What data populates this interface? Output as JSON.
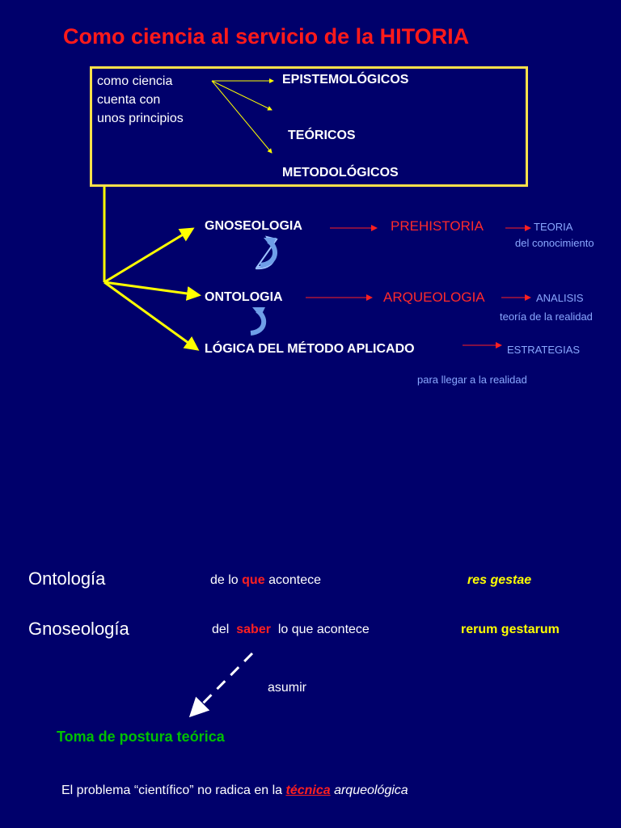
{
  "title": "Como ciencia al servicio de la HITORIA",
  "intro": {
    "line1": "como ciencia",
    "line2": "cuenta con",
    "line3": "unos principios"
  },
  "principles": {
    "p1": "EPISTEMOLÓGICOS",
    "p2": "TEÓRICOS",
    "p3": "METODOLÓGICOS"
  },
  "branches": {
    "b1": {
      "label": "GNOSEOLOGIA",
      "discipline": "PREHISTORIA",
      "note": "TEORIA",
      "note_sub": "del conocimiento"
    },
    "b2": {
      "label": "ONTOLOGIA",
      "discipline": "ARQUEOLOGIA",
      "note": "ANALISIS",
      "note_sub": "teoría de la realidad"
    },
    "b3": {
      "label": "LÓGICA DEL MÉTODO APLICADO",
      "note": "ESTRATEGIAS",
      "note_sub": "para llegar a la realidad"
    }
  },
  "ontologia": {
    "term": "Ontología",
    "pre": "de lo",
    "highlight": "que",
    "post": "acontece",
    "latin": "res gestae"
  },
  "gnoseologia": {
    "term": "Gnoseología",
    "pre": "del",
    "highlight": "saber",
    "post": "lo que acontece",
    "latin": "rerum gestarum"
  },
  "asumir": "asumir",
  "toma": "Toma de postura teórica",
  "final": {
    "pre": "El problema “científico” no radica en la",
    "highlight": "técnica",
    "post": "arqueológica"
  },
  "colors": {
    "background": "#00006b",
    "frame": "#ffe14a",
    "accent_red": "#ff2020",
    "accent_yellow": "#ffff00",
    "accent_green": "#00c000",
    "note_blue": "#8aa8ff"
  }
}
